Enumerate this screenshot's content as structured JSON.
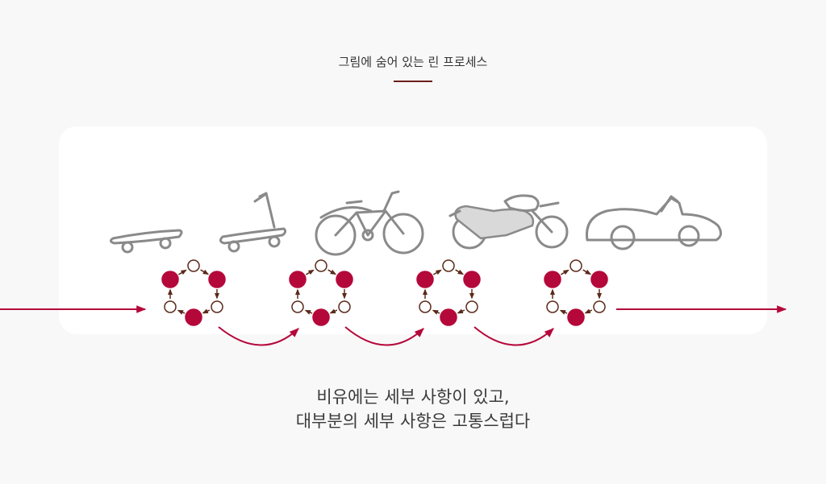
{
  "header": {
    "subtitle": "그림에 숨어 있는 린 프로세스"
  },
  "caption": {
    "line1": "비유에는 세부 사항이 있고,",
    "line2": "대부분의 세부 사항은 고통스럽다"
  },
  "diagram": {
    "vehicles": [
      "skateboard-icon",
      "scooter-icon",
      "bicycle-icon",
      "motorcycle-icon",
      "car-icon"
    ],
    "cycles": [
      {
        "filled": [
          true,
          true,
          true,
          false,
          false,
          false
        ]
      },
      {
        "filled": [
          true,
          true,
          true,
          false,
          false,
          false
        ]
      },
      {
        "filled": [
          true,
          true,
          true,
          false,
          false,
          false
        ]
      },
      {
        "filled": [
          true,
          true,
          true,
          false,
          false,
          false
        ]
      }
    ],
    "colors": {
      "accent": "#b5083a",
      "node_outline": "#5a2a1a",
      "sketch": "#8a8a8a",
      "rule": "#6b1f1a"
    }
  }
}
